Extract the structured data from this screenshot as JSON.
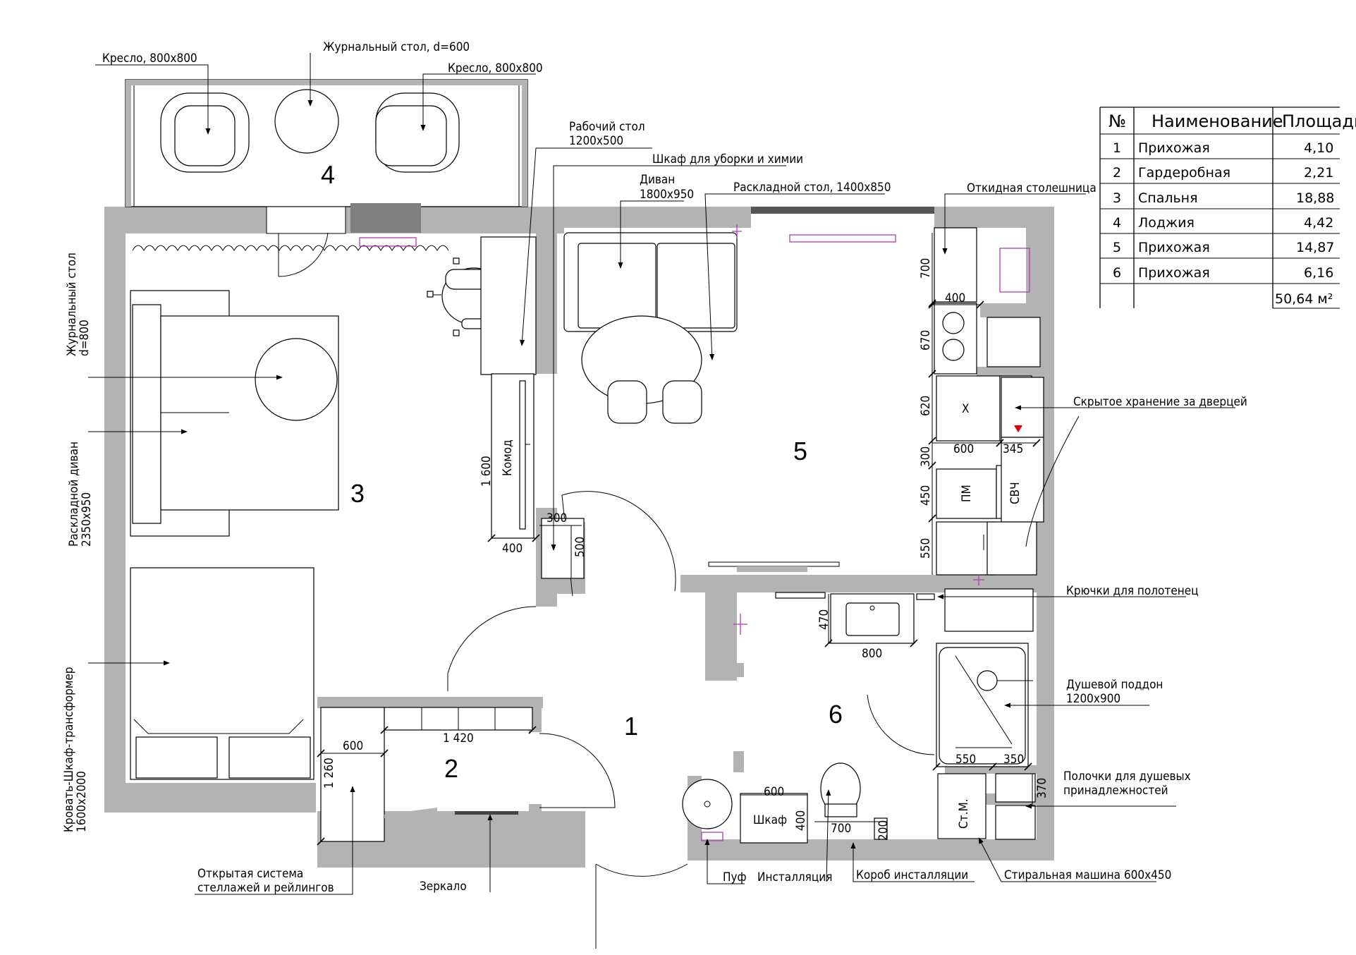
{
  "rooms": {
    "r1": "1",
    "r2": "2",
    "r3": "3",
    "r4": "4",
    "r5": "5",
    "r6": "6"
  },
  "callouts": {
    "armchair_left": "Кресло, 800х800",
    "coffee_table_small": "Журнальный стол, d=600",
    "armchair_right": "Кресло, 800х800",
    "work_desk_1": "Рабочий стол",
    "work_desk_2": "1200х500",
    "cleaning_cabinet": "Шкаф для уборки и химии",
    "sofa_1": "Диван",
    "sofa_2": "1800х950",
    "folding_table": "Раскладной стол, 1400х850",
    "fold_counter": "Откидная столешница",
    "hidden_storage": "Скрытое хранение за дверцей",
    "towel_hooks": "Крючки для полотенец",
    "shower_tray_1": "Душевой поддон",
    "shower_tray_2": "1200х900",
    "shower_shelves_1": "Полочки для душевых",
    "shower_shelves_2": "принадлежностей",
    "washer": "Стиральная машина 600х450",
    "install_box": "Короб инсталляции",
    "installation": "Инсталляция",
    "pouf": "Пуф",
    "mirror": "Зеркало",
    "open_shelving_1": "Открытая система",
    "open_shelving_2": "стеллажей и рейлингов",
    "coffee_table_v1": "Журнальный стол",
    "coffee_table_v2": "d=800",
    "sofa_bed_v1": "Раскладной диван",
    "sofa_bed_v2": "2350х950",
    "bed_v1": "Кровать-Шкаф-трансформер",
    "bed_v2": "1600х2000"
  },
  "inline_labels": {
    "dresser": "Комод",
    "pm": "ПМ",
    "microwave": "СВЧ",
    "fridge": "Х",
    "wardrobe": "Шкаф",
    "washer_short": "Ст.М."
  },
  "dimensions": {
    "d700": "700",
    "d400": "400",
    "d670": "670",
    "d620": "620",
    "d300": "300",
    "d600": "600",
    "d345": "345",
    "d450": "450",
    "d550": "550",
    "d1600": "1 600",
    "d400b": "400",
    "d300b": "300",
    "d500": "500",
    "d470": "470",
    "d800": "800",
    "d550b": "550",
    "d350": "350",
    "d370": "370",
    "d600b": "600",
    "d400c": "400",
    "d700b": "700",
    "d200": "200",
    "d600c": "600",
    "d1420": "1 420",
    "d1260": "1 260"
  },
  "area_table": {
    "headers": [
      "№",
      "Наименование",
      "Площадь"
    ],
    "rows": [
      [
        "1",
        "Прихожая",
        "4,10"
      ],
      [
        "2",
        "Гардеробная",
        "2,21"
      ],
      [
        "3",
        "Спальня",
        "18,88"
      ],
      [
        "4",
        "Лоджия",
        "4,42"
      ],
      [
        "5",
        "Прихожая",
        "14,87"
      ],
      [
        "6",
        "Прихожая",
        "6,16"
      ]
    ],
    "total": "50,64 м²"
  },
  "colors": {
    "wall": "#b3b3b3",
    "accent": "#b03cb0",
    "marker": "#e00000"
  }
}
